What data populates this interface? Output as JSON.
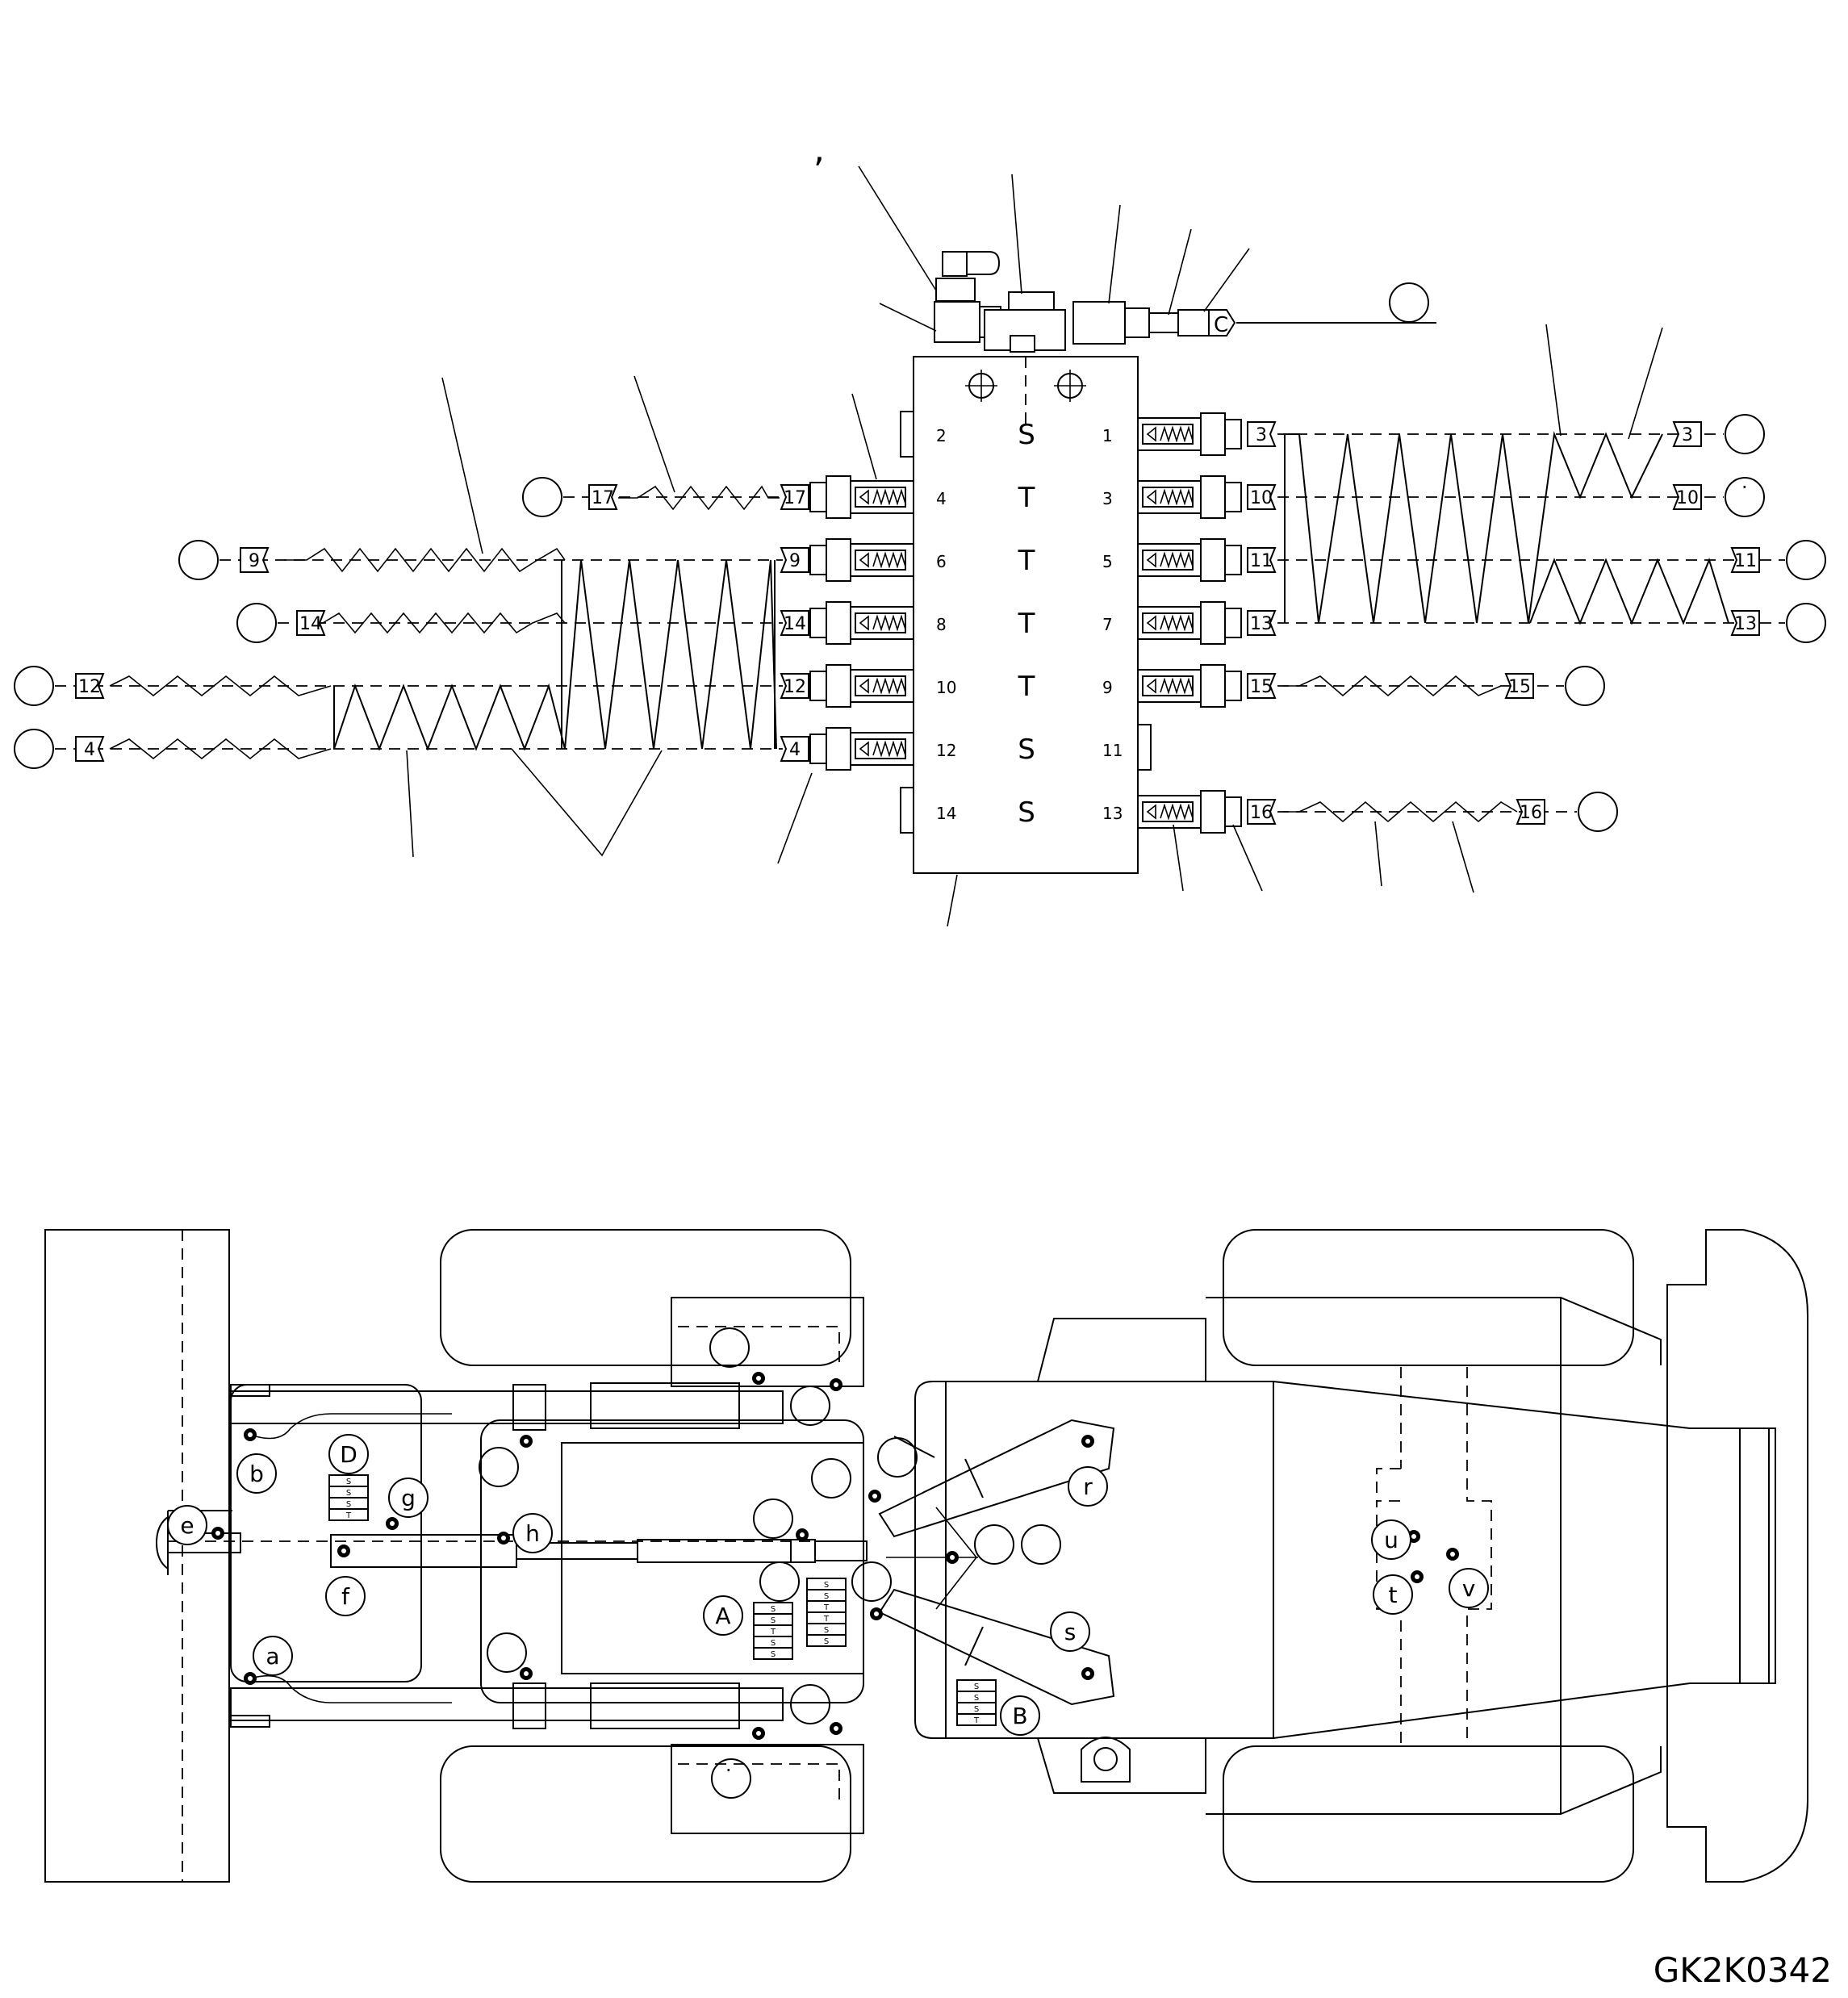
{
  "drawing_id": "GK2K0342",
  "valve_block": {
    "left_ports": [
      "2",
      "4",
      "6",
      "8",
      "10",
      "12",
      "14"
    ],
    "right_ports": [
      "1",
      "3",
      "5",
      "7",
      "9",
      "11",
      "13"
    ],
    "center_codes": [
      "S",
      "T",
      "T",
      "T",
      "T",
      "S",
      "S"
    ],
    "fitting_label": "C"
  },
  "hose_tags": {
    "left": [
      {
        "row": "4",
        "near": "17",
        "far": "17"
      },
      {
        "row": "6",
        "near": "9",
        "far": "9"
      },
      {
        "row": "8",
        "near": "14",
        "far": "14"
      },
      {
        "row": "10",
        "near": "12",
        "far": "12"
      },
      {
        "row": "12",
        "near": "4",
        "far": "4"
      }
    ],
    "right": [
      {
        "row": "1",
        "near": "3",
        "far": "3"
      },
      {
        "row": "3",
        "near": "10",
        "far": "10"
      },
      {
        "row": "5",
        "near": "11",
        "far": "11"
      },
      {
        "row": "7",
        "near": "13",
        "far": "13"
      },
      {
        "row": "9",
        "near": "15",
        "far": "15"
      },
      {
        "row": "13",
        "near": "16",
        "far": "16"
      }
    ]
  },
  "machine_labels": {
    "a": "a",
    "b": "b",
    "d": "D",
    "e": "e",
    "f": "f",
    "g": "g",
    "h": "h",
    "A": "A",
    "B": "B",
    "r": "r",
    "s": "s",
    "t": "t",
    "u": "u",
    "v": "v"
  },
  "block_codes": {
    "D": [
      "S",
      "S",
      "S",
      "T"
    ],
    "A_left": [
      "S",
      "S",
      "T",
      "S",
      "S"
    ],
    "A_right": [
      "S",
      "S",
      "T",
      "T",
      "S",
      "S"
    ],
    "B": [
      "S",
      "S",
      "S",
      "T"
    ]
  },
  "stray_marks": {
    "comma": ",",
    "dot": "·"
  }
}
